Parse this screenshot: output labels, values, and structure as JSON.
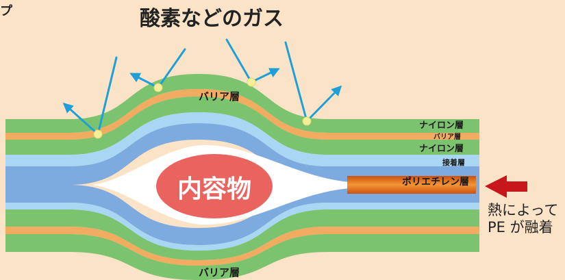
{
  "title": "酸素などのガス",
  "corner_text": "プ",
  "labels": {
    "barrier_top": "バリア層",
    "barrier_bottom": "バリア層",
    "nylon_1": "ナイロン層",
    "barrier_small": "バリア層",
    "nylon_2": "ナイロン層",
    "adhesive": "接着層",
    "polyethylene": "ポリエチレン層",
    "contents": "内容物"
  },
  "note": {
    "line1": "熱によって",
    "line2": "PE が融着"
  },
  "colors": {
    "background": "#fbe3c8",
    "green_layer": "#7cc36f",
    "orange_layer": "#f2ac62",
    "light_blue_layer": "#a9d7f3",
    "blue_layer": "#7eabdf",
    "contents_fill": "#e9645e",
    "gas_arrow": "#1f9fd8",
    "gas_dot": "#f3ef9a",
    "heat_arrow": "#c8161d",
    "pe_seal": "#e8761e"
  },
  "icons": {
    "gas_arrow": "arrow-icon",
    "heat_arrow": "red-arrow-icon"
  }
}
